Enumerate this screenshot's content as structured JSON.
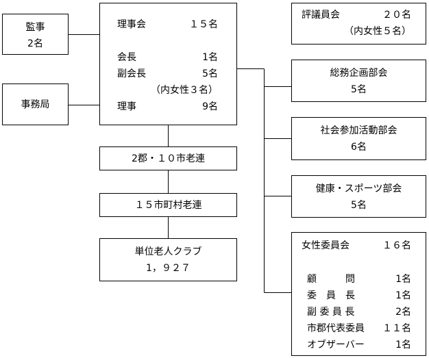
{
  "auditor": {
    "title": "監事",
    "count": "2名"
  },
  "secretariat": {
    "title": "事務局"
  },
  "board": {
    "title": "理事会",
    "title_count": "１５名",
    "rows": [
      {
        "label": "会長",
        "count": "1名"
      },
      {
        "label": "副会長",
        "count": "5名"
      },
      {
        "label": "",
        "count": "（内女性３名）"
      },
      {
        "label": "理事",
        "count": "9名"
      }
    ]
  },
  "councilors": {
    "title": "評議員会",
    "count": "２０名",
    "note": "（内女性５名）"
  },
  "general_planning": {
    "title": "総務企画部会",
    "count": "5名"
  },
  "social_participation": {
    "title": "社会参加活動部会",
    "count": "6名"
  },
  "health_sports": {
    "title": "健康・スポーツ部会",
    "count": "5名"
  },
  "womens_committee": {
    "title": "女性委員会",
    "count": "１６名",
    "members": [
      {
        "role": "顧　　　問",
        "count": "1名"
      },
      {
        "role": "委　員　長",
        "count": "1名"
      },
      {
        "role": "副 委 員 長",
        "count": "2名"
      },
      {
        "role": "市郡代表委員",
        "count": "１１名"
      },
      {
        "role": "オブザーバー",
        "count": "1名"
      }
    ]
  },
  "district_federation": {
    "label": "2郡・１０市老連"
  },
  "municipal_federation": {
    "label": "１５市町村老連"
  },
  "unit_clubs": {
    "label": "単位老人クラブ",
    "count": "1，９２７"
  }
}
